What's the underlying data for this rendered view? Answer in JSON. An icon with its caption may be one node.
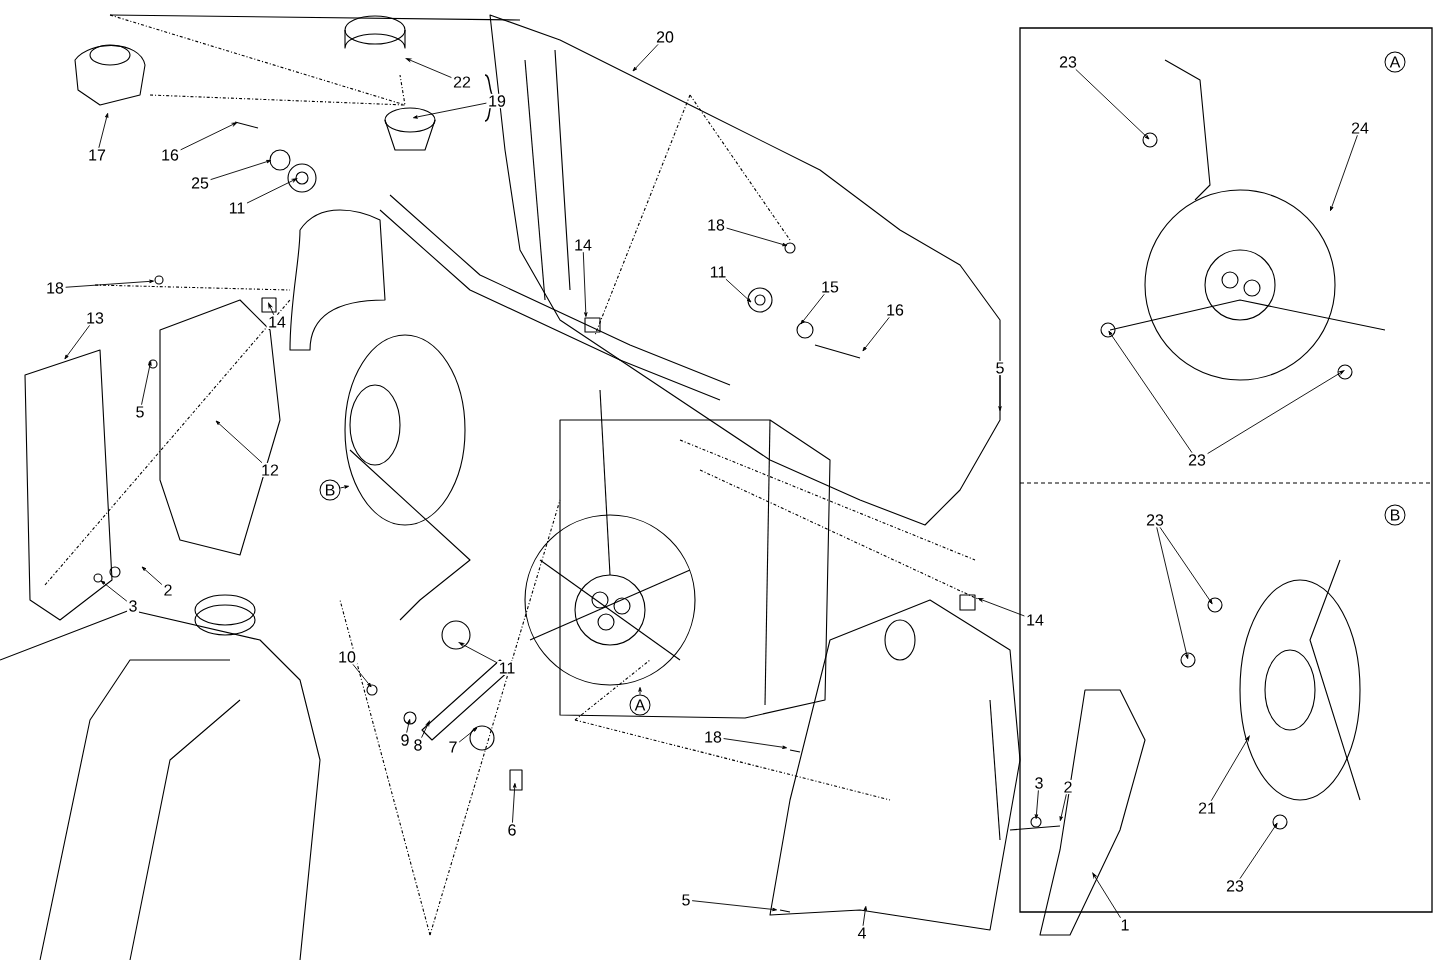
{
  "diagram": {
    "nodes": [
      {
        "text": [
          "17"
        ]
      },
      {
        "text": [
          "22"
        ]
      },
      {
        "text": [
          "19"
        ]
      },
      {
        "text": [
          "20"
        ]
      },
      {
        "text": [
          "16"
        ]
      },
      {
        "text": [
          "25"
        ]
      },
      {
        "text": [
          "11"
        ]
      },
      {
        "text": [
          "18"
        ]
      },
      {
        "text": [
          "14"
        ]
      },
      {
        "text": [
          "11"
        ]
      },
      {
        "text": [
          "18"
        ]
      },
      {
        "text": [
          "15"
        ]
      },
      {
        "text": [
          "16"
        ]
      },
      {
        "text": [
          "13"
        ]
      },
      {
        "text": [
          "14"
        ]
      },
      {
        "text": [
          "5"
        ]
      },
      {
        "text": [
          "5"
        ]
      },
      {
        "text": [
          "12"
        ]
      },
      {
        "text": [
          "B"
        ]
      },
      {
        "text": [
          "2"
        ]
      },
      {
        "text": [
          "3"
        ]
      },
      {
        "text": [
          "14"
        ]
      },
      {
        "text": [
          "10"
        ]
      },
      {
        "text": [
          "11"
        ]
      },
      {
        "text": [
          "A"
        ]
      },
      {
        "text": [
          "18"
        ]
      },
      {
        "text": [
          "9"
        ]
      },
      {
        "text": [
          "8"
        ]
      },
      {
        "text": [
          "7"
        ]
      },
      {
        "text": [
          "6"
        ]
      },
      {
        "text": [
          "3"
        ]
      },
      {
        "text": [
          "2"
        ]
      },
      {
        "text": [
          "5"
        ]
      },
      {
        "text": [
          "4"
        ]
      },
      {
        "text": [
          "1"
        ]
      },
      {
        "text": [
          "A"
        ]
      },
      {
        "text": [
          "23"
        ]
      },
      {
        "text": [
          "24"
        ]
      },
      {
        "text": [
          "23"
        ]
      },
      {
        "text": [
          "B"
        ]
      },
      {
        "text": [
          "23"
        ]
      },
      {
        "text": [
          "21"
        ]
      },
      {
        "text": [
          "23"
        ]
      }
    ],
    "edges": [
      {
        "from": 0,
        "to": null,
        "arrow": "to"
      },
      {
        "from": 1,
        "to": null,
        "arrow": "to"
      },
      {
        "from": 2,
        "to": null,
        "arrow": "to"
      },
      {
        "from": 3,
        "to": null,
        "arrow": "to"
      },
      {
        "from": 4,
        "to": null,
        "arrow": "to"
      },
      {
        "from": 5,
        "to": null,
        "arrow": "to"
      },
      {
        "from": 6,
        "to": null,
        "arrow": "to"
      },
      {
        "from": 7,
        "to": null,
        "arrow": "to"
      },
      {
        "from": 8,
        "to": null,
        "arrow": "to"
      },
      {
        "from": 9,
        "to": null,
        "arrow": "to"
      },
      {
        "from": 10,
        "to": null,
        "arrow": "to"
      },
      {
        "from": 11,
        "to": null,
        "arrow": "to"
      },
      {
        "from": 12,
        "to": null,
        "arrow": "to"
      },
      {
        "from": 13,
        "to": null,
        "arrow": "to"
      },
      {
        "from": 14,
        "to": null,
        "arrow": "to"
      },
      {
        "from": 15,
        "to": null,
        "arrow": "to"
      },
      {
        "from": 16,
        "to": null,
        "arrow": "to"
      },
      {
        "from": 17,
        "to": null,
        "arrow": "to"
      },
      {
        "from": 18,
        "to": null,
        "arrow": "to"
      },
      {
        "from": 19,
        "to": null,
        "arrow": "to"
      },
      {
        "from": 20,
        "to": null,
        "arrow": "to"
      },
      {
        "from": 21,
        "to": null,
        "arrow": "to"
      },
      {
        "from": 22,
        "to": null,
        "arrow": "to"
      },
      {
        "from": 23,
        "to": null,
        "arrow": "to"
      },
      {
        "from": 24,
        "to": null,
        "arrow": "to"
      },
      {
        "from": 25,
        "to": null,
        "arrow": "to"
      },
      {
        "from": 26,
        "to": null,
        "arrow": "to"
      },
      {
        "from": 27,
        "to": null,
        "arrow": "to"
      },
      {
        "from": 28,
        "to": null,
        "arrow": "to"
      },
      {
        "from": 29,
        "to": null,
        "arrow": "to"
      },
      {
        "from": 30,
        "to": null,
        "arrow": "to"
      },
      {
        "from": 31,
        "to": null,
        "arrow": "to"
      },
      {
        "from": 32,
        "to": null,
        "arrow": "to"
      },
      {
        "from": 33,
        "to": null,
        "arrow": "to"
      },
      {
        "from": 34,
        "to": null,
        "arrow": "to"
      },
      {
        "from": 36,
        "to": null,
        "arrow": "to"
      },
      {
        "from": 37,
        "to": null,
        "arrow": "to"
      },
      {
        "from": 38,
        "to": null,
        "arrow": "to"
      },
      {
        "from": 38,
        "to": null,
        "arrow": "to"
      },
      {
        "from": 40,
        "to": null,
        "arrow": "to"
      },
      {
        "from": 40,
        "to": null,
        "arrow": "to"
      },
      {
        "from": 41,
        "to": null,
        "arrow": "to"
      },
      {
        "from": 42,
        "to": null,
        "arrow": "to"
      }
    ]
  }
}
